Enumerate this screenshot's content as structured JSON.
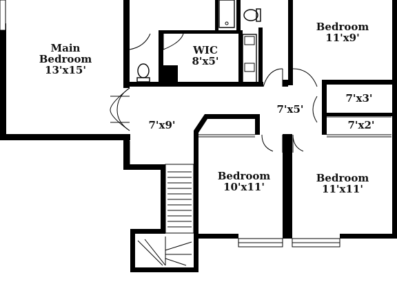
{
  "rooms": {
    "main_bedroom": {
      "name_line1": "Main",
      "name_line2": "Bedroom",
      "size": "13'x15'"
    },
    "wic": {
      "name": "WIC",
      "size": "8'x5'"
    },
    "bedroom_top_right": {
      "name": "Bedroom",
      "size": "11'x9'"
    },
    "closet_upper": {
      "size": "7'x3'"
    },
    "closet_lower": {
      "size": "7'x2'"
    },
    "hall_center": {
      "size": "7'x5'"
    },
    "hall_left": {
      "size": "7'x9'"
    },
    "bedroom_middle": {
      "name": "Bedroom",
      "size": "10'x11'"
    },
    "bedroom_bottom_right": {
      "name": "Bedroom",
      "size": "11'x11'"
    }
  },
  "colors": {
    "wall": "#000000",
    "background": "#ffffff"
  }
}
